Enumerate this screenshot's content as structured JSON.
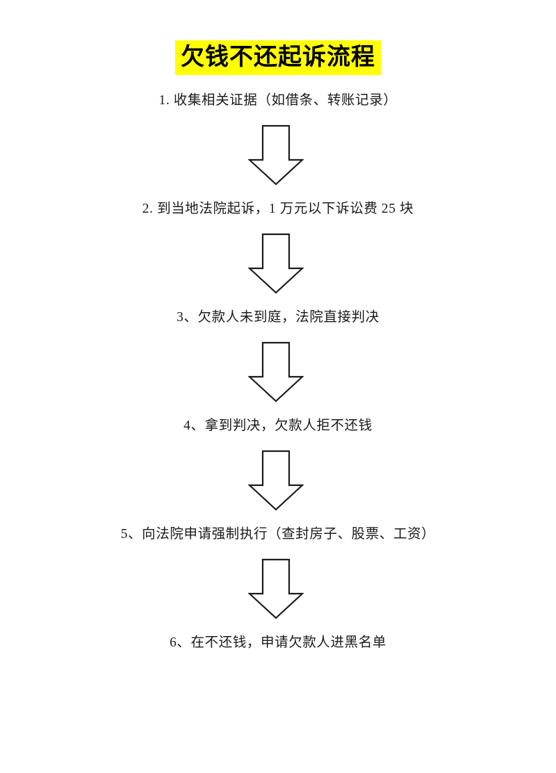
{
  "document": {
    "title": "欠钱不还起诉流程",
    "background_color": "#ffffff",
    "highlight_color": "#ffff00",
    "text_color": "#1a1a1a",
    "arrow_stroke_color": "#1b1b1b",
    "arrow_fill_color": "#ffffff"
  },
  "flow": {
    "arrow_icon_name": "down-arrow-icon",
    "steps": [
      {
        "id": 1,
        "text": "1. 收集相关证据（如借条、转账记录）"
      },
      {
        "id": 2,
        "text": "2. 到当地法院起诉，1 万元以下诉讼费 25 块"
      },
      {
        "id": 3,
        "text": "3、欠款人未到庭，法院直接判决"
      },
      {
        "id": 4,
        "text": "4、拿到判决，欠款人拒不还钱"
      },
      {
        "id": 5,
        "text": "5、向法院申请强制执行（查封房子、股票、工资）"
      },
      {
        "id": 6,
        "text": "6、在不还钱，申请欠款人进黑名单"
      }
    ]
  }
}
